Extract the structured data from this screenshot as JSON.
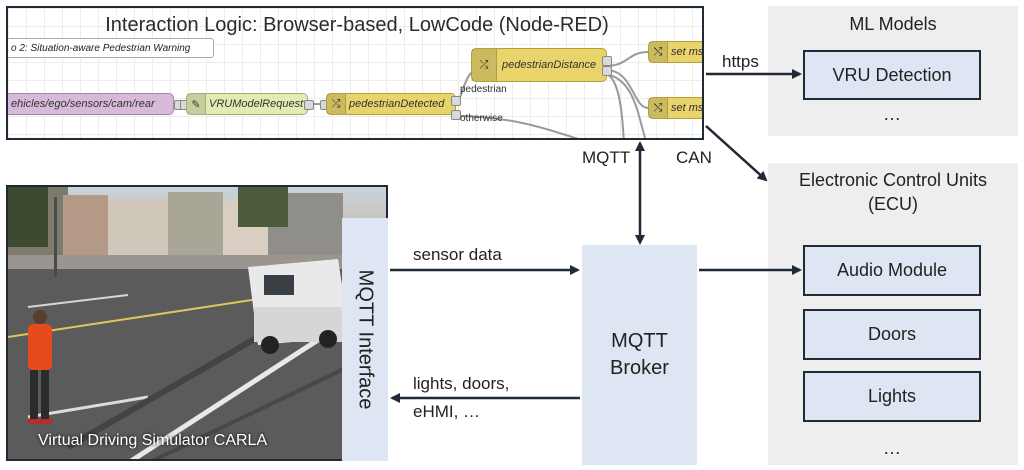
{
  "node_red": {
    "title": "Interaction Logic: Browser-based, LowCode (Node-RED)",
    "tab_label": "o 2: Situation-aware Pedestrian Warning",
    "nodes": {
      "topic": "ehicles/ego/sensors/cam/rear",
      "vru_request": "VRUModelRequest",
      "pedestrian_detected": "pedestrianDetected",
      "pedestrian_distance": "pedestrianDistance",
      "set_msg_1": "set ms",
      "set_msg_2": "set ms"
    },
    "port_labels": {
      "pedestrian": "pedestrian",
      "otherwise": "otherwise"
    }
  },
  "ml_models": {
    "title": "ML Models",
    "items": [
      "VRU Detection"
    ],
    "more": "…"
  },
  "ecu": {
    "title_line1": "Electronic Control Units",
    "title_line2": "(ECU)",
    "items": [
      "Audio Module",
      "Doors",
      "Lights"
    ],
    "more": "…"
  },
  "broker": {
    "line1": "MQTT",
    "line2": "Broker"
  },
  "interface": {
    "label": "MQTT Interface"
  },
  "simulator": {
    "caption": "Virtual Driving Simulator CARLA"
  },
  "edges": {
    "https": "https",
    "mqtt": "MQTT",
    "can": "CAN",
    "sensor_data": "sensor data",
    "lights_doors_line1": "lights, doors,",
    "lights_doors_line2": "eHMI, …"
  }
}
